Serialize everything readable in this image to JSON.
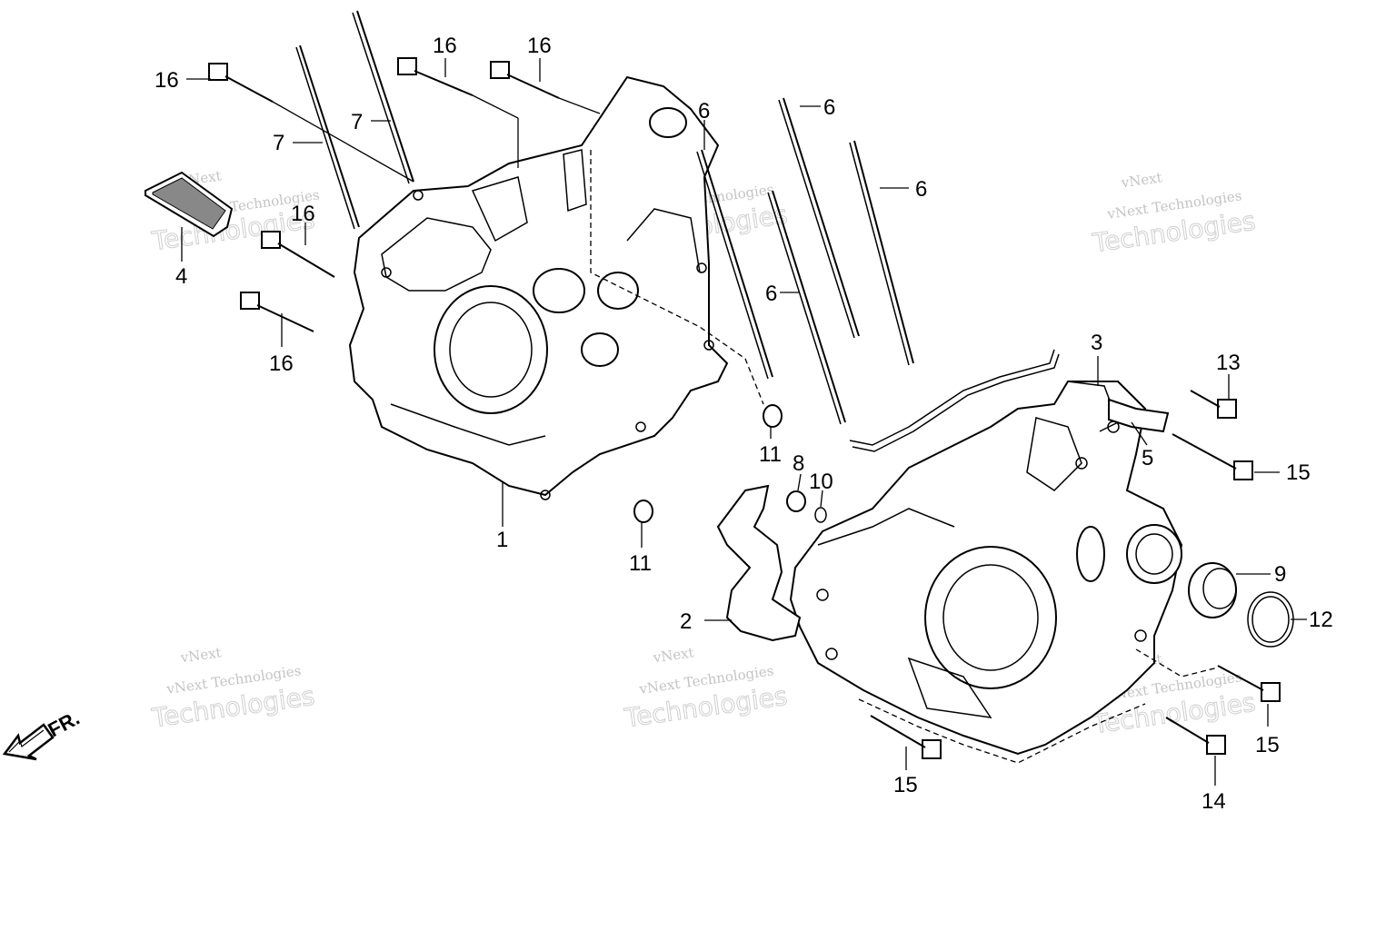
{
  "watermarks": [
    {
      "brand": "vNext",
      "line1": "vNext Technologies",
      "line2": "Technologies"
    },
    {
      "brand": "vNext",
      "line1": "vNext Technologies",
      "line2": "Technologies"
    },
    {
      "brand": "vNext",
      "line1": "vNext Technologies",
      "line2": "Technologies"
    },
    {
      "brand": "vNext",
      "line1": "vNext Technologies",
      "line2": "Technologies"
    },
    {
      "brand": "vNext",
      "line1": "vNext Technologies",
      "line2": "Technologies"
    },
    {
      "brand": "vNext",
      "line1": "vNext Technologies",
      "line2": "Technologies"
    }
  ],
  "front_indicator": {
    "label": "FR."
  },
  "callouts": {
    "c1": "1",
    "c2": "2",
    "c3": "3",
    "c4": "4",
    "c5": "5",
    "c6a": "6",
    "c6b": "6",
    "c6c": "6",
    "c6d": "6",
    "c7a": "7",
    "c7b": "7",
    "c8": "8",
    "c9": "9",
    "c10": "10",
    "c11a": "11",
    "c11b": "11",
    "c12": "12",
    "c13": "13",
    "c14": "14",
    "c15a": "15",
    "c15b": "15",
    "c15c": "15",
    "c16a": "16",
    "c16b": "16",
    "c16c": "16",
    "c16d": "16",
    "c16e": "16"
  },
  "colors": {
    "line": "#000000",
    "background": "#ffffff",
    "watermark": "#c8c8c8"
  }
}
